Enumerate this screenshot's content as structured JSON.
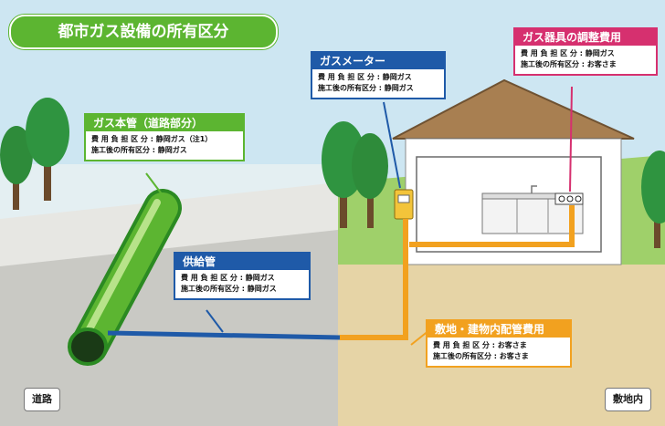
{
  "title": "都市ガス設備の所有区分",
  "callouts": {
    "main_pipe": {
      "heading": "ガス本管（道路部分）",
      "rows": [
        "費 用 負 担 区 分 : 静岡ガス（注1）",
        "施工後の所有区分 : 静岡ガス"
      ]
    },
    "supply_pipe": {
      "heading": "供給管",
      "rows": [
        "費 用 負 担 区 分 : 静岡ガス",
        "施工後の所有区分 : 静岡ガス"
      ]
    },
    "meter": {
      "heading": "ガスメーター",
      "rows": [
        "費 用 負 担 区 分 : 静岡ガス",
        "施工後の所有区分 : 静岡ガス"
      ]
    },
    "appliance": {
      "heading": "ガス器具の調整費用",
      "rows": [
        "費 用 負 担 区 分 : 静岡ガス",
        "施工後の所有区分 : お客さま"
      ]
    },
    "internal_piping": {
      "heading": "敷地・建物内配管費用",
      "rows": [
        "費 用 負 担 区 分 : お客さま",
        "施工後の所有区分 : お客さま"
      ]
    }
  },
  "labels": {
    "road": "道路",
    "premises": "敷地内"
  },
  "colors": {
    "main_pipe": "#5cb531",
    "supply_pipe": "#1f5aa8",
    "internal_pipe": "#f2a11f",
    "appliance": "#d6306f",
    "sky": "#cde6f2",
    "road": "#c9c9c4",
    "premises_ground": "#e6d4a6"
  }
}
